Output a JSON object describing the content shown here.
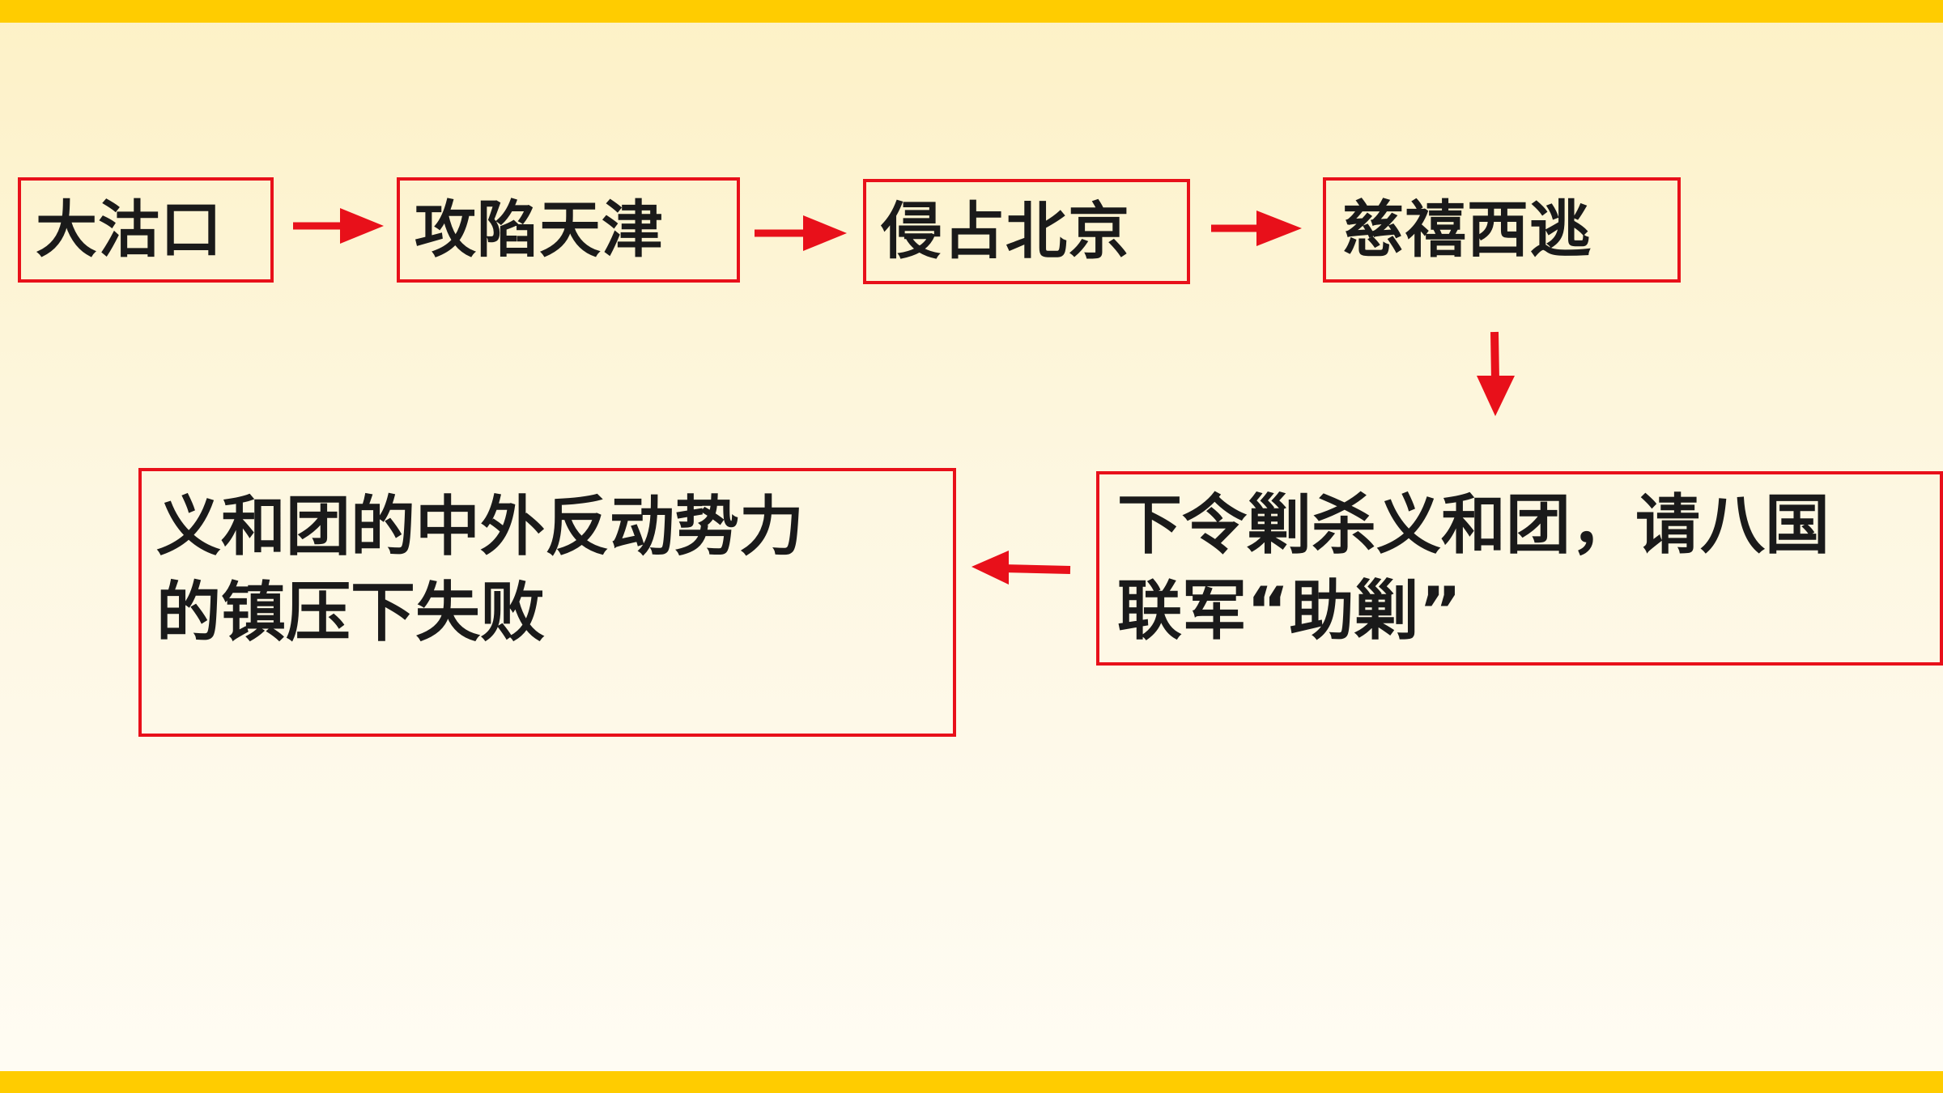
{
  "steps": {
    "s1": "大沽口",
    "s2": "攻陷天津",
    "s3": "侵占北京",
    "s4": "慈禧西逃"
  },
  "order_box": {
    "line1": "下令剿杀义和团，请八国",
    "line2": "联军“助剿”"
  },
  "result_box": {
    "line1": "义和团的中外反动势力",
    "line2": "的镇压下失败"
  },
  "colors": {
    "accent_bar": "#ffcc00",
    "border_and_arrows": "#e8101a"
  }
}
